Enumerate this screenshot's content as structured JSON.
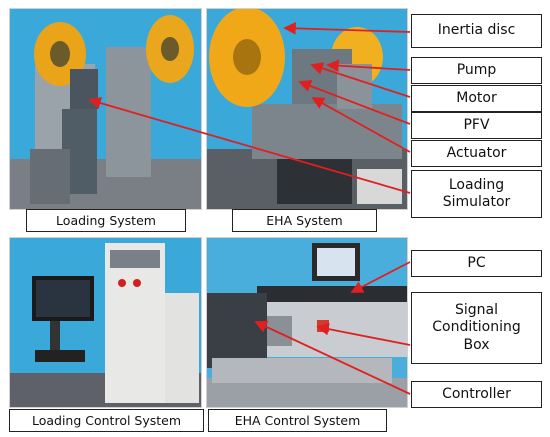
{
  "captions": {
    "loading_system": "Loading System",
    "eha_system": "EHA System",
    "loading_control_system": "Loading Control System",
    "eha_control_system": "EHA Control System"
  },
  "labels": {
    "inertia_disc": "Inertia disc",
    "pump": "Pump",
    "motor": "Motor",
    "pfv": "PFV",
    "actuator": "Actuator",
    "loading_simulator": "Loading\nSimulator",
    "pc": "PC",
    "signal_conditioning_box": "Signal\nConditioning\nBox",
    "controller": "Controller"
  },
  "colors": {
    "arrow": "#e02020",
    "sky": "#3aa8d8",
    "disc_yellow": "#f0a818"
  }
}
